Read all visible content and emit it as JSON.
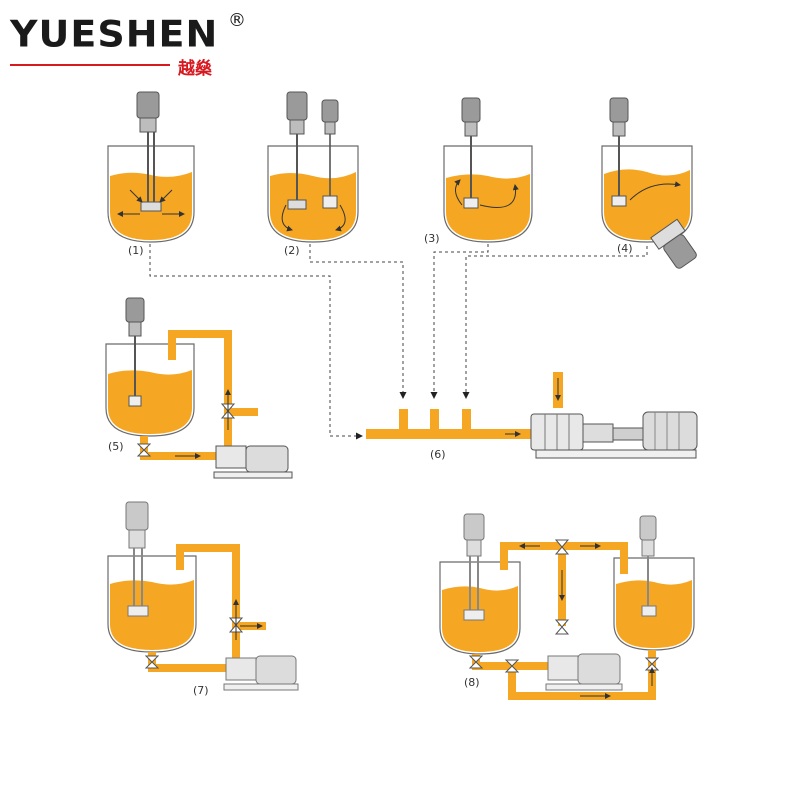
{
  "brand": {
    "name": "YUESHEN",
    "registered_mark": "®",
    "chinese_name": "越燊"
  },
  "labels": [
    "(1)",
    "(2)",
    "(3)",
    "(4)",
    "(5)",
    "(6)",
    "(7)",
    "(8)"
  ],
  "colors": {
    "liquid": "#f5a623",
    "pipe": "#f5a623",
    "outline": "#6b6b6b",
    "brand_red": "#d71920",
    "brand_black": "#1a1a1a"
  }
}
